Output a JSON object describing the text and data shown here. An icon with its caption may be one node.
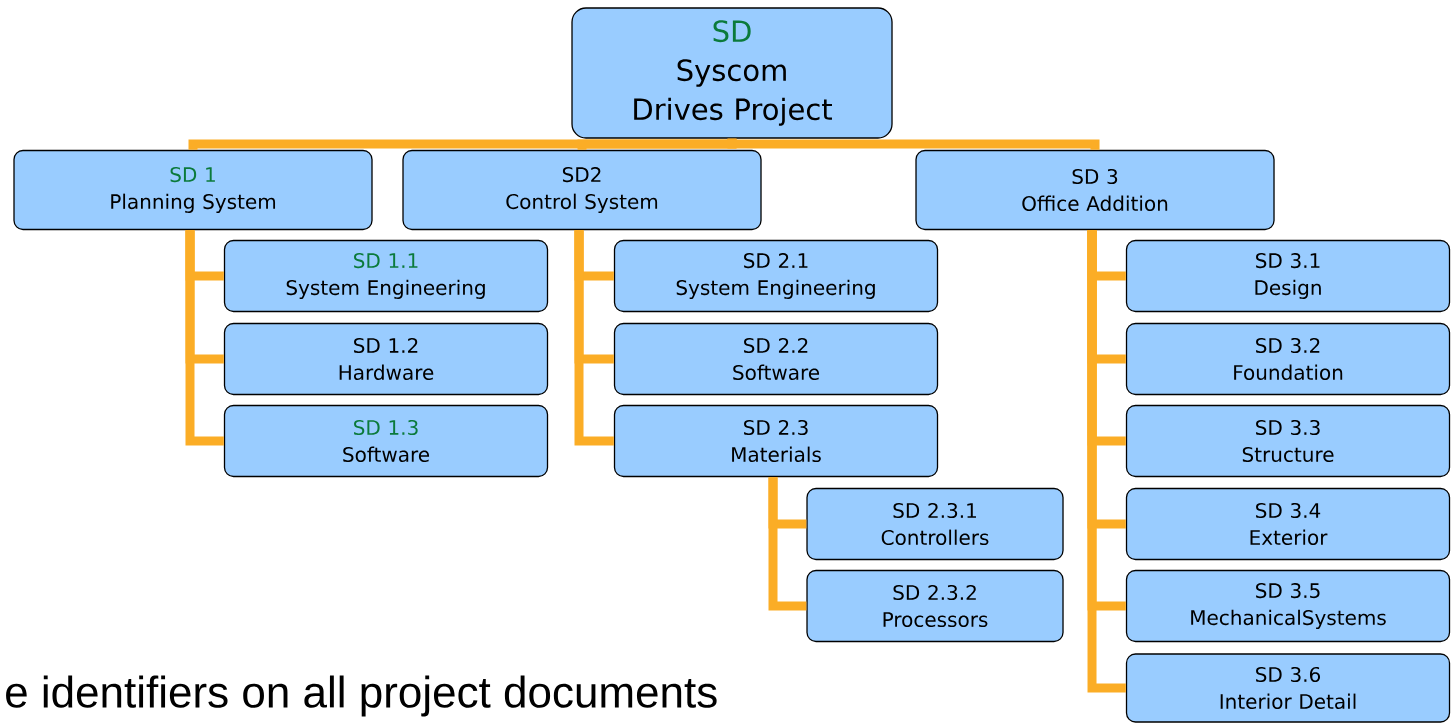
{
  "diagram": {
    "nodes": [
      {
        "text": [
          "SD",
          "Syscom Drives Project"
        ]
      },
      {
        "text": [
          "SD 1",
          "Planning System"
        ]
      },
      {
        "text": [
          "SD2",
          "Control System"
        ]
      },
      {
        "text": [
          "SD 3",
          "Office Addition"
        ]
      },
      {
        "text": [
          "SD 1.1",
          "System Engineering"
        ]
      },
      {
        "text": [
          "SD 1.2",
          "Hardware"
        ]
      },
      {
        "text": [
          "SD 1.3",
          "Software"
        ]
      },
      {
        "text": [
          "SD 2.1",
          "System Engineering"
        ]
      },
      {
        "text": [
          "SD 2.2",
          "Software"
        ]
      },
      {
        "text": [
          "SD 2.3",
          "Materials"
        ]
      },
      {
        "text": [
          "SD 2.3.1",
          "Controllers"
        ]
      },
      {
        "text": [
          "SD 2.3.2",
          "Processors"
        ]
      },
      {
        "text": [
          "SD 3.1",
          "Design"
        ]
      },
      {
        "text": [
          "SD 3.2",
          "Foundation"
        ]
      },
      {
        "text": [
          "SD 3.3",
          "Structure"
        ]
      },
      {
        "text": [
          "SD 3.4",
          "Exterior"
        ]
      },
      {
        "text": [
          "SD 3.5",
          "MechanicalSystems"
        ]
      },
      {
        "text": [
          "SD 3.6",
          "Interior Detail"
        ]
      }
    ],
    "edges": [
      {
        "from": 0,
        "to": 1,
        "arrow": "none"
      },
      {
        "from": 0,
        "to": 2,
        "arrow": "none"
      },
      {
        "from": 0,
        "to": 3,
        "arrow": "none"
      },
      {
        "from": 1,
        "to": 4,
        "arrow": "none"
      },
      {
        "from": 1,
        "to": 5,
        "arrow": "none"
      },
      {
        "from": 1,
        "to": 6,
        "arrow": "none"
      },
      {
        "from": 2,
        "to": 7,
        "arrow": "none"
      },
      {
        "from": 2,
        "to": 8,
        "arrow": "none"
      },
      {
        "from": 2,
        "to": 9,
        "arrow": "none"
      },
      {
        "from": 9,
        "to": 10,
        "arrow": "none"
      },
      {
        "from": 9,
        "to": 11,
        "arrow": "none"
      },
      {
        "from": 3,
        "to": 12,
        "arrow": "none"
      },
      {
        "from": 3,
        "to": 13,
        "arrow": "none"
      },
      {
        "from": 3,
        "to": 14,
        "arrow": "none"
      },
      {
        "from": 3,
        "to": 15,
        "arrow": "none"
      },
      {
        "from": 3,
        "to": 16,
        "arrow": "none"
      },
      {
        "from": 3,
        "to": 17,
        "arrow": "none"
      }
    ],
    "labels": [
      "e identifiers on all project documents"
    ]
  }
}
